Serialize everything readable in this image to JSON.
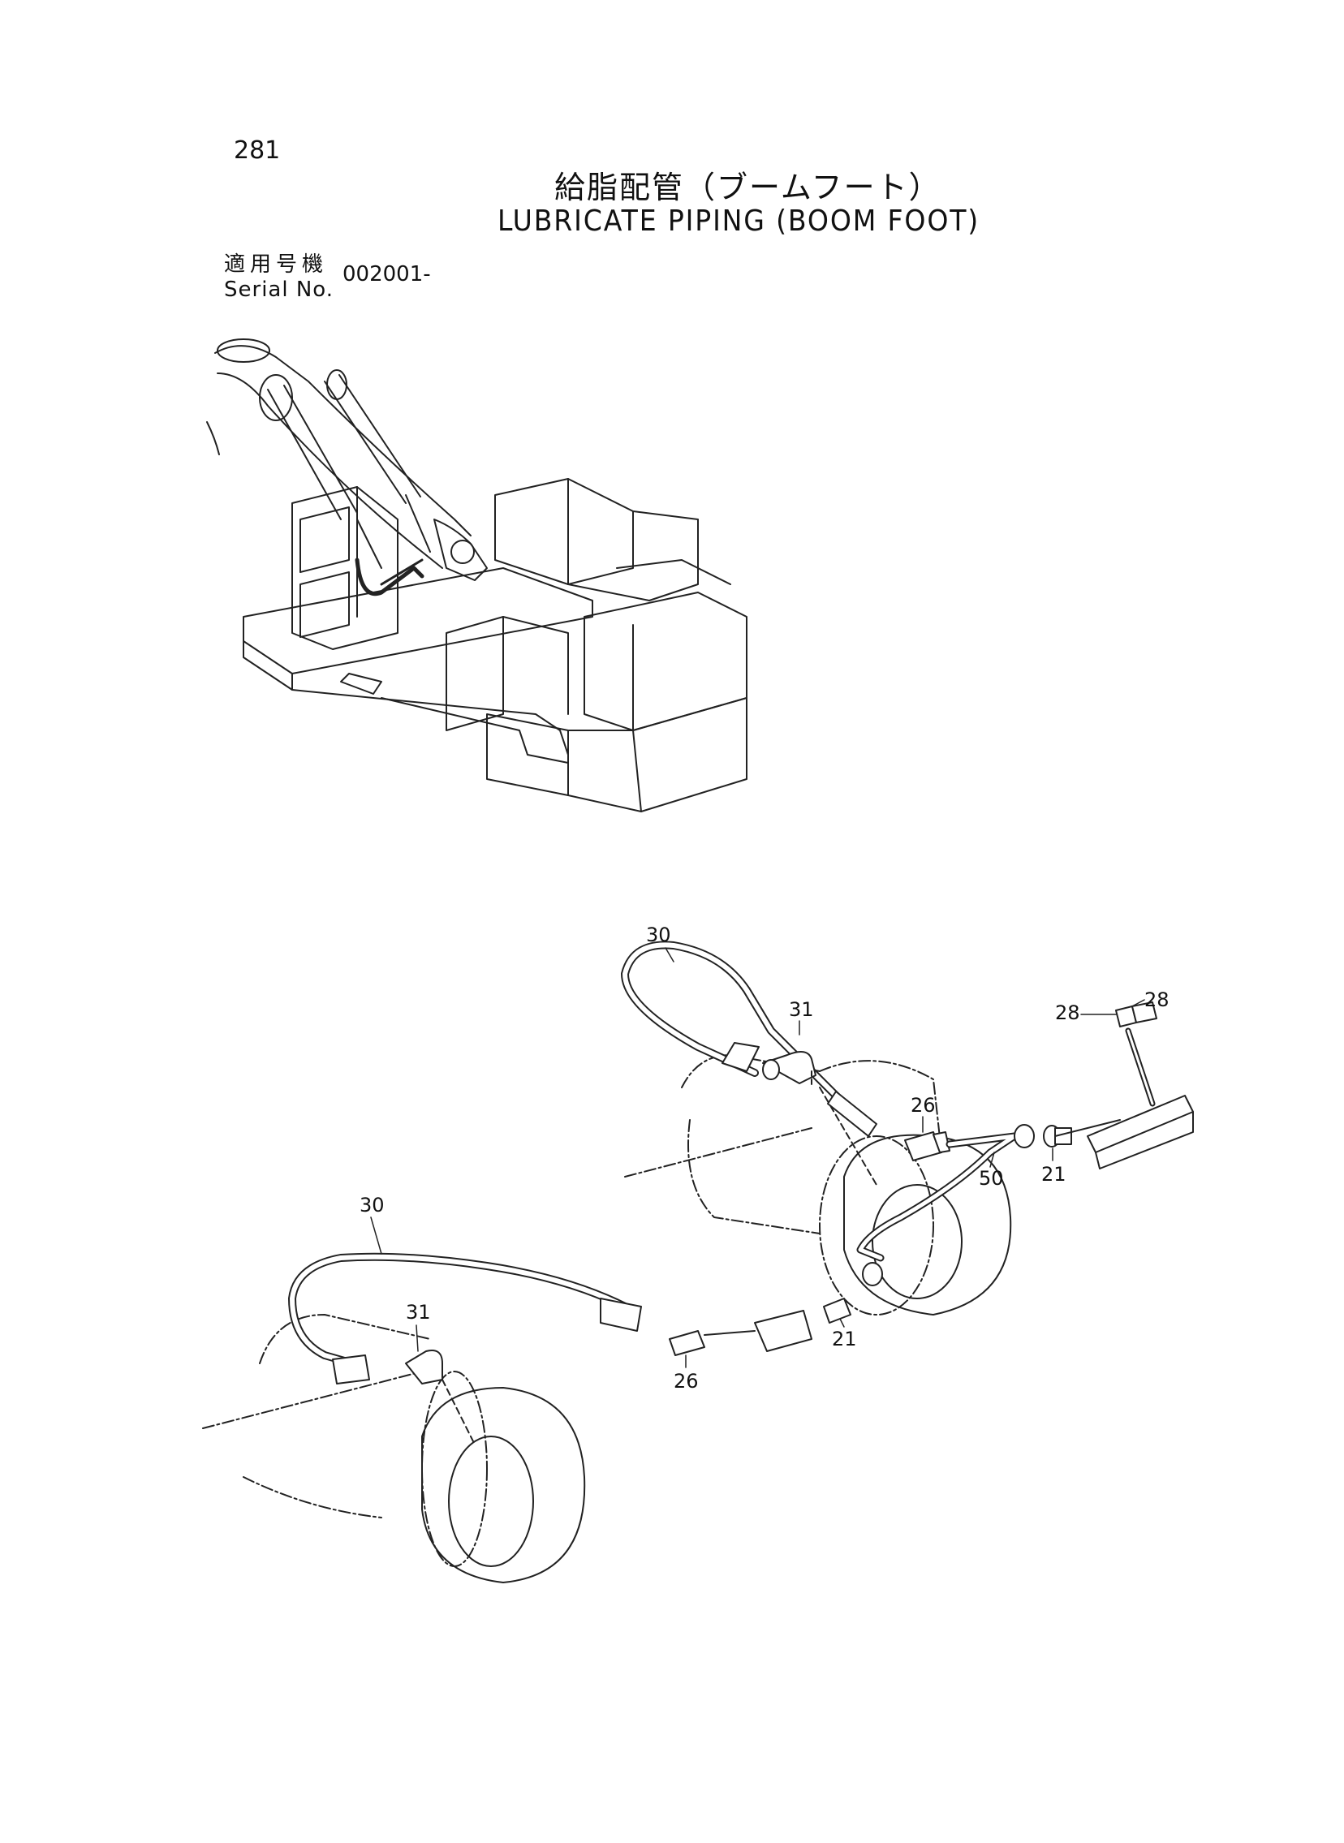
{
  "header": {
    "page_number": "281",
    "title_japanese": "給脂配管（ブームフート）",
    "title_english": "LUBRICATE PIPING (BOOM FOOT)",
    "serial_label_japanese": "適用号機",
    "serial_label_english": "Serial No.",
    "serial_value": "002001-"
  },
  "callouts": [
    {
      "key": "30-upper",
      "label": "30"
    },
    {
      "key": "31-upper",
      "label": "31"
    },
    {
      "key": "28-left",
      "label": "28"
    },
    {
      "key": "28-right",
      "label": "28"
    },
    {
      "key": "26-upper",
      "label": "26"
    },
    {
      "key": "50",
      "label": "50"
    },
    {
      "key": "21-upper",
      "label": "21"
    },
    {
      "key": "30-lower",
      "label": "30"
    },
    {
      "key": "31-lower",
      "label": "31"
    },
    {
      "key": "21-lower",
      "label": "21"
    },
    {
      "key": "26-lower",
      "label": "26"
    }
  ]
}
